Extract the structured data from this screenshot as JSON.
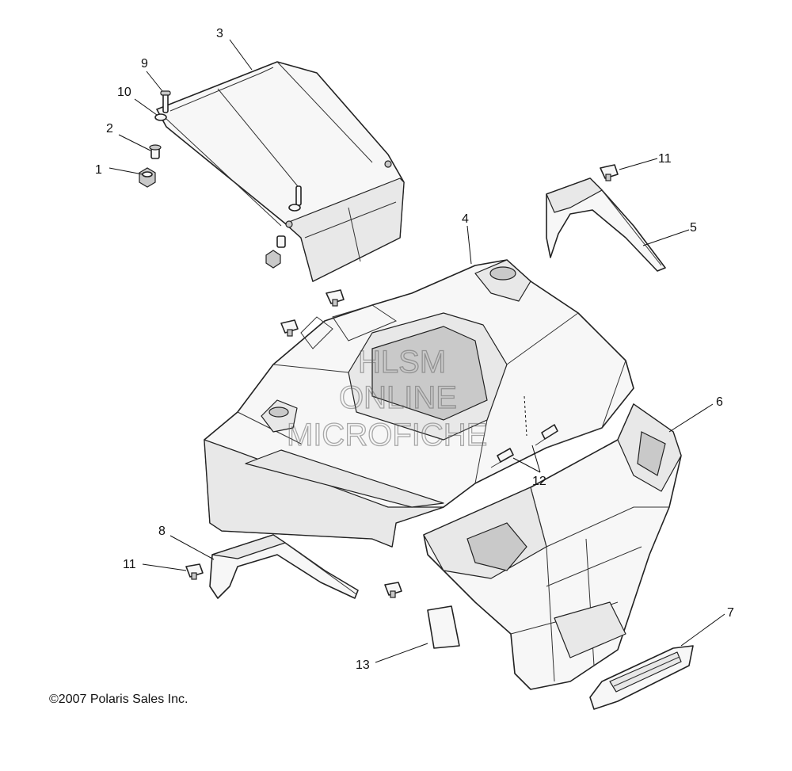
{
  "callouts": {
    "c1": "1",
    "c2": "2",
    "c3": "3",
    "c4": "4",
    "c5": "5",
    "c6": "6",
    "c7": "7",
    "c8": "8",
    "c9": "9",
    "c10": "10",
    "c11a": "11",
    "c11b": "11",
    "c12": "12",
    "c13": "13"
  },
  "watermark": {
    "line1": "HLSM",
    "line2": "ONLINE",
    "line3": "MICROFICHE"
  },
  "copyright": "©2007 Polaris Sales Inc."
}
